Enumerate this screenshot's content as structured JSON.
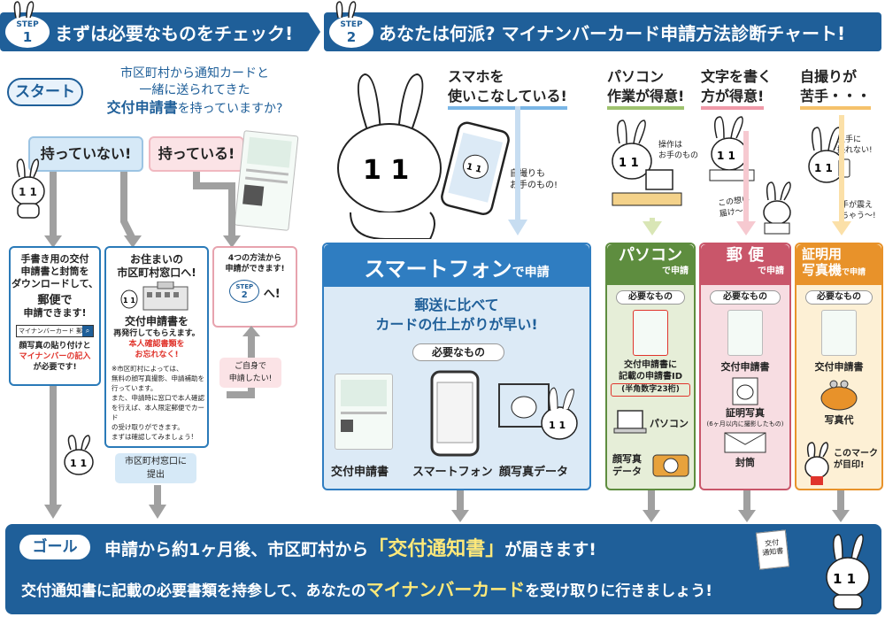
{
  "step1": {
    "badge_top": "STEP",
    "badge_num": "1",
    "title": "まずは必要なものをチェック!"
  },
  "step2": {
    "badge_top": "STEP",
    "badge_num": "2",
    "title": "あなたは何派? マイナンバーカード申請方法診断チャート!"
  },
  "start": {
    "label": "スタート",
    "question_l1": "市区町村から通知カードと",
    "question_l2": "一緒に送られてきた",
    "question_l3a": "交付申請書",
    "question_l3b": "を持っていますか?"
  },
  "no_answer": "持っていない!",
  "yes_answer": "持っている!",
  "box_download": {
    "l1": "手書き用の交付",
    "l2": "申請書と封筒を",
    "l3": "ダウンロードして、",
    "l4": "郵便で",
    "l5": "申請できます!",
    "search_text": "マイナンバーカード 郵便",
    "n1": "顔写真の貼り付けと",
    "n2": "マイナンバーの記入",
    "n3": "が必要です!"
  },
  "box_window": {
    "l1": "お住まいの",
    "l2": "市区町村窓口へ!",
    "l3": "交付申請書を",
    "l4": "再発行してもらえます。",
    "r1": "本人確認書類を",
    "r2": "お忘れなく!",
    "f1": "※市区町村によっては、",
    "f2": "無料の顔写真撮影、申請補助を",
    "f3": "行っています。",
    "f4": "また、申請時に窓口で本人確認",
    "f5": "を行えば、本人限定郵便でカード",
    "f6": "の受け取りができます。",
    "f7": "まずは確認してみましょう!",
    "submit1": "市区町村窓口に",
    "submit2": "提出"
  },
  "box_four": {
    "l1": "4つの方法から",
    "l2": "申請ができます!",
    "go": "へ!",
    "self1": "ご自身で",
    "self2": "申請したい!"
  },
  "smartphone_q": {
    "l1": "スマホを",
    "l2": "使いこなしている!",
    "note1": "自撮りも",
    "note2": "お手のもの!"
  },
  "pc_q": {
    "l1": "パソコン",
    "l2": "作業が得意!",
    "note1": "操作は",
    "note2": "お手のもの"
  },
  "mail_q": {
    "l1": "文字を書く",
    "l2": "方が得意!",
    "note1": "この想い",
    "note2": "届け〜!"
  },
  "photo_q": {
    "l1": "自撮りが",
    "l2": "苦手・・・",
    "note1": "上手に",
    "note2": "撮れない!",
    "note3": "手が震え",
    "note4": "ちゃう〜!"
  },
  "smartphone": {
    "title_a": "スマートフォン",
    "title_b": "で申請",
    "msg1": "郵送に比べて",
    "msg2": "カードの仕上がりが早い!",
    "needs": "必要なもの",
    "i1": "交付申請書",
    "i2": "スマートフォン",
    "i3": "顔写真データ"
  },
  "pc": {
    "title_a": "パソコン",
    "title_b": "で申請",
    "needs": "必要なもの",
    "i1a": "交付申請書に",
    "i1b": "記載の申請書ID",
    "i1c": "(半角数字23桁)",
    "i2": "パソコン",
    "i3a": "顔写真",
    "i3b": "データ"
  },
  "mail": {
    "title_a": "郵 便",
    "title_b": "で申請",
    "needs": "必要なもの",
    "i1": "交付申請書",
    "i2": "証明写真",
    "i2note": "(6ヶ月以内に撮影したもの)",
    "i3": "封筒"
  },
  "booth": {
    "title_a1": "証明用",
    "title_a2": "写真機",
    "title_b": "で申請",
    "needs": "必要なもの",
    "i1": "交付申請書",
    "i2": "写真代",
    "i3a": "このマーク",
    "i3b": "が目印!"
  },
  "goal": {
    "label": "ゴール",
    "l1a": "申請から約1ヶ月後、市区町村から",
    "l1b": "「交付通知書」",
    "l1c": "が届きます!",
    "l2a": "交付通知書に記載の必要書類を持参して、あなたの",
    "l2b": "マイナンバーカード",
    "l2c": "を受け取りに行きましょう!",
    "doc1": "交付",
    "doc2": "通知書"
  },
  "char_face": "1 1",
  "colors": {
    "navy": "#1f5f99",
    "pc_green": "#5e8d3f",
    "mail_red": "#c9566a",
    "booth_orange": "#e8922a",
    "smart_blue": "#2f7dc1"
  }
}
